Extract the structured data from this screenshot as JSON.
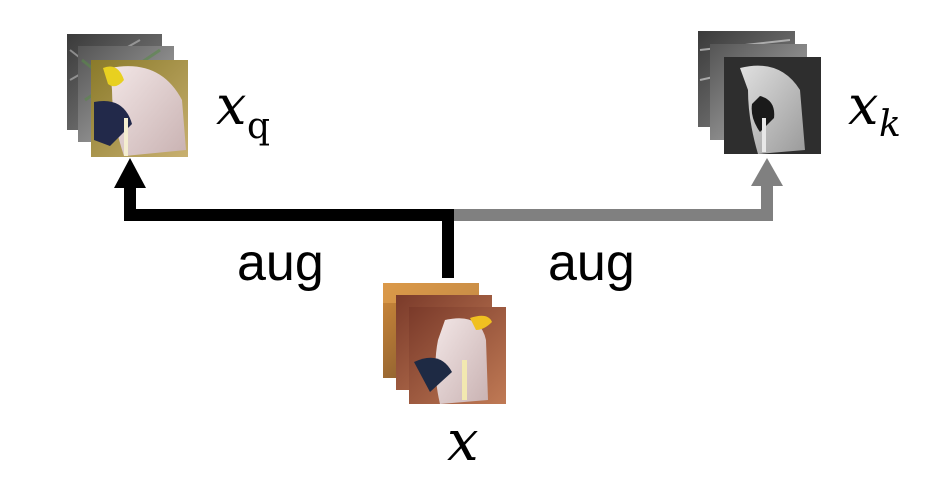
{
  "labels": {
    "aug_left": "aug",
    "aug_right": "aug",
    "x_main": "x",
    "x_q_main": "x",
    "x_q_sub": "q",
    "x_k_main": "x",
    "x_k_sub": "k"
  },
  "colors": {
    "query_arrow": "#000000",
    "key_arrow": "#808080",
    "background": "#ffffff"
  },
  "images": {
    "input_stack": "color penguin crops (original image x)",
    "query_stack": "color-jittered penguin crops (query view)",
    "key_stack": "grayscale penguin crops (key view)"
  }
}
